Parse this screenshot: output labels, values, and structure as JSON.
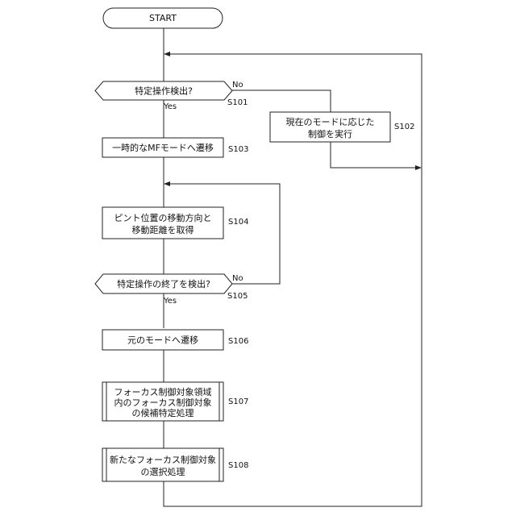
{
  "start": "START",
  "steps": {
    "s101": {
      "text": "特定操作検出?",
      "label": "S101"
    },
    "s102": {
      "lines": [
        "現在のモードに応じた",
        "制御を実行"
      ],
      "label": "S102"
    },
    "s103": {
      "text": "一時的なMFモードへ遷移",
      "label": "S103"
    },
    "s104": {
      "lines": [
        "ピント位置の移動方向と",
        "移動距離を取得"
      ],
      "label": "S104"
    },
    "s105": {
      "text": "特定操作の終了を検出?",
      "label": "S105"
    },
    "s106": {
      "text": "元のモードへ遷移",
      "label": "S106"
    },
    "s107": {
      "lines": [
        "フォーカス制御対象領域",
        "内のフォーカス制御対象",
        "の候補特定処理"
      ],
      "label": "S107"
    },
    "s108": {
      "lines": [
        "新たなフォーカス制御対象",
        "の選択処理"
      ],
      "label": "S108"
    }
  },
  "branches": {
    "s101_yes": "Yes",
    "s101_no": "No",
    "s105_yes": "Yes",
    "s105_no": "No"
  }
}
